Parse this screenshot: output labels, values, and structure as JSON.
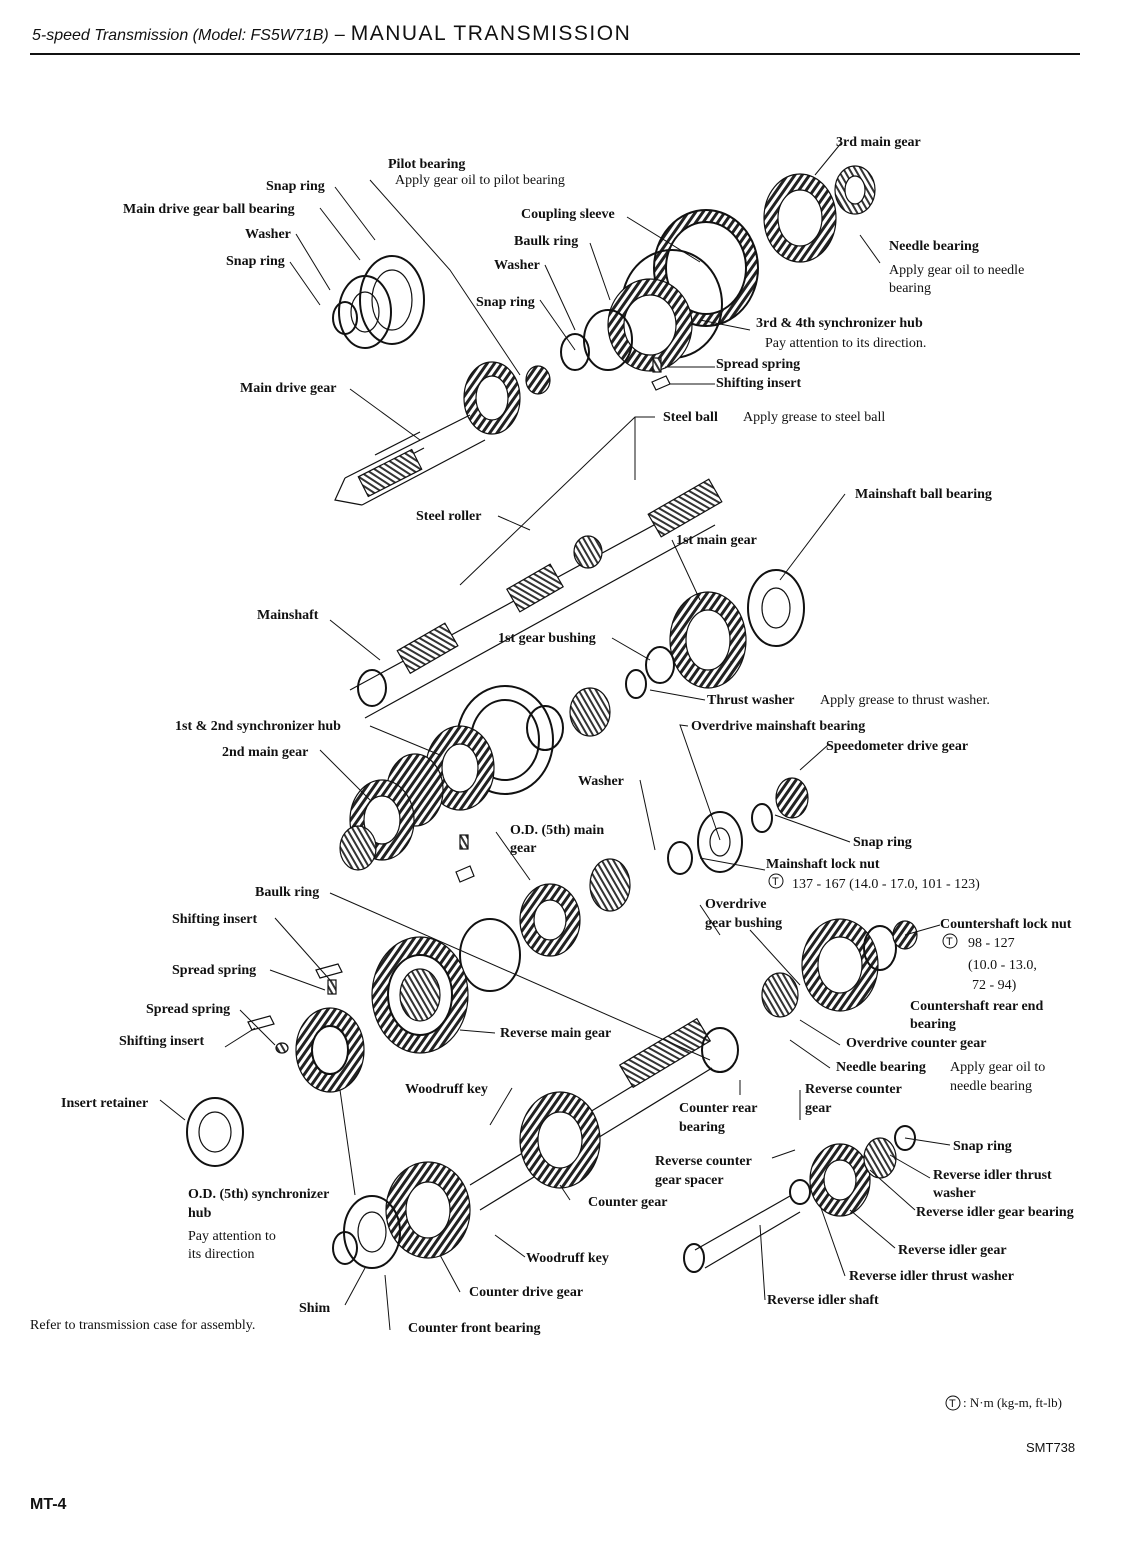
{
  "header": {
    "model": "5-speed Transmission (Model: FS5W71B)",
    "separator": "–",
    "title": "MANUAL TRANSMISSION"
  },
  "labels": {
    "pilot_bearing": "Pilot bearing",
    "pilot_note": "Apply gear oil to pilot bearing",
    "snap_ring_top": "Snap ring",
    "main_drive_gear_ball_bearing": "Main drive gear ball bearing",
    "washer_top": "Washer",
    "snap_ring_left": "Snap ring",
    "coupling_sleeve": "Coupling sleeve",
    "baulk_ring_top": "Baulk ring",
    "washer_mid": "Washer",
    "snap_ring_mid": "Snap ring",
    "third_main_gear": "3rd main gear",
    "needle_bearing": "Needle bearing",
    "needle_note_1": "Apply gear oil to needle",
    "needle_note_2": "bearing",
    "sync_hub_34": "3rd & 4th synchronizer hub",
    "direction_note": "Pay attention to its direction.",
    "spread_spring_top": "Spread spring",
    "shifting_insert_top": "Shifting insert",
    "main_drive_gear": "Main drive gear",
    "steel_ball": "Steel ball",
    "steel_ball_note": "Apply grease to steel ball",
    "mainshaft_ball_bearing": "Mainshaft ball bearing",
    "steel_roller": "Steel roller",
    "first_main_gear": "1st main gear",
    "mainshaft": "Mainshaft",
    "first_gear_bushing": "1st gear bushing",
    "thrust_washer": "Thrust washer",
    "thrust_note": "Apply grease to thrust washer.",
    "sync_hub_12": "1st & 2nd synchronizer hub",
    "od_mainshaft_bearing": "Overdrive mainshaft bearing",
    "second_main_gear": "2nd main gear",
    "speedometer_drive_gear": "Speedometer drive gear",
    "washer_low": "Washer",
    "od_main_gear_1": "O.D. (5th) main",
    "od_main_gear_2": "gear",
    "snap_ring_right": "Snap ring",
    "mainshaft_lock_nut": "Mainshaft lock nut",
    "lock_nut_torque": "137 - 167 (14.0 - 17.0, 101 - 123)",
    "baulk_ring_low": "Baulk ring",
    "od_gear_bushing_1": "Overdrive",
    "od_gear_bushing_2": "gear bushing",
    "shifting_insert_mid": "Shifting insert",
    "countershaft_lock_nut": "Countershaft lock nut",
    "cs_torque_1": "98 - 127",
    "cs_torque_2": "(10.0 - 13.0,",
    "cs_torque_3": "72 - 94)",
    "spread_spring_mid": "Spread spring",
    "spread_spring_low": "Spread spring",
    "cs_rear_end_bearing_1": "Countershaft rear end",
    "cs_rear_end_bearing_2": "bearing",
    "reverse_main_gear": "Reverse main gear",
    "shifting_insert_low": "Shifting insert",
    "od_counter_gear": "Overdrive counter gear",
    "needle_bearing_low": "Needle bearing",
    "needle_low_note_1": "Apply gear oil to",
    "needle_low_note_2": "needle bearing",
    "insert_retainer": "Insert retainer",
    "woodruff_key_top": "Woodruff key",
    "reverse_counter_gear_1": "Reverse counter",
    "reverse_counter_gear_2": "gear",
    "counter_rear_bearing_1": "Counter rear",
    "counter_rear_bearing_2": "bearing",
    "snap_ring_idler": "Snap ring",
    "reverse_counter_spacer_1": "Reverse counter",
    "reverse_counter_spacer_2": "gear spacer",
    "reverse_idler_thrust_washer_1": "Reverse idler thrust",
    "reverse_idler_thrust_washer_2": "washer",
    "od_sync_hub_1": "O.D. (5th) synchronizer",
    "od_sync_hub_2": "hub",
    "counter_gear": "Counter gear",
    "reverse_idler_gear_bearing": "Reverse idler gear bearing",
    "od_hub_note_1": "Pay attention to",
    "od_hub_note_2": "its direction",
    "woodruff_key_low": "Woodruff key",
    "reverse_idler_gear": "Reverse idler gear",
    "reverse_idler_thrust_washer_low": "Reverse idler thrust washer",
    "counter_drive_gear": "Counter drive gear",
    "shim": "Shim",
    "reverse_idler_shaft": "Reverse idler shaft",
    "counter_front_bearing": "Counter front bearing"
  },
  "footer": {
    "note": "Refer to transmission case for assembly.",
    "legend": ": N·m (kg-m, ft-lb)",
    "code": "SMT738",
    "page": "MT-4"
  }
}
